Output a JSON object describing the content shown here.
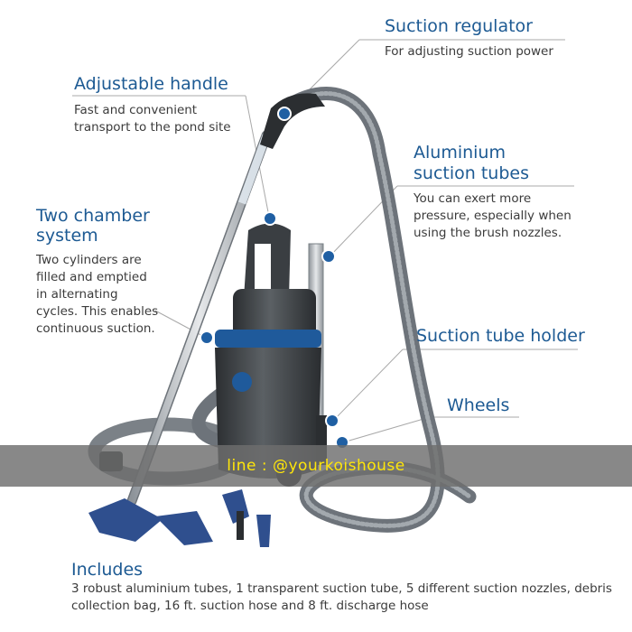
{
  "callouts": {
    "suction_regulator": {
      "title": "Suction regulator",
      "desc": [
        "For adjusting suction power"
      ]
    },
    "adjustable_handle": {
      "title": "Adjustable handle",
      "desc": [
        "Fast and convenient",
        "transport to the pond site"
      ]
    },
    "aluminium_tubes": {
      "title": [
        "Aluminium",
        "suction tubes"
      ],
      "desc": [
        "You can exert more",
        "pressure, especially when",
        "using the brush nozzles."
      ]
    },
    "two_chamber": {
      "title": [
        "Two chamber",
        "system"
      ],
      "desc": [
        "Two cylinders are",
        "filled and emptied",
        "in alternating",
        "cycles. This enables",
        "continuous suction."
      ]
    },
    "tube_holder": {
      "title": "Suction tube holder"
    },
    "wheels": {
      "title": "Wheels"
    }
  },
  "banner": {
    "text": "line : @yourkoishouse"
  },
  "includes": {
    "title": "Includes",
    "text": "3 robust aluminium tubes, 1 transparent suction tube, 5 different suction nozzles, debris collection bag, 16 ft. suction hose and 8 ft. discharge hose"
  },
  "colors": {
    "heading": "#1d5a93",
    "marker": "#1f5fa3",
    "banner_text": "#ffe60a"
  }
}
